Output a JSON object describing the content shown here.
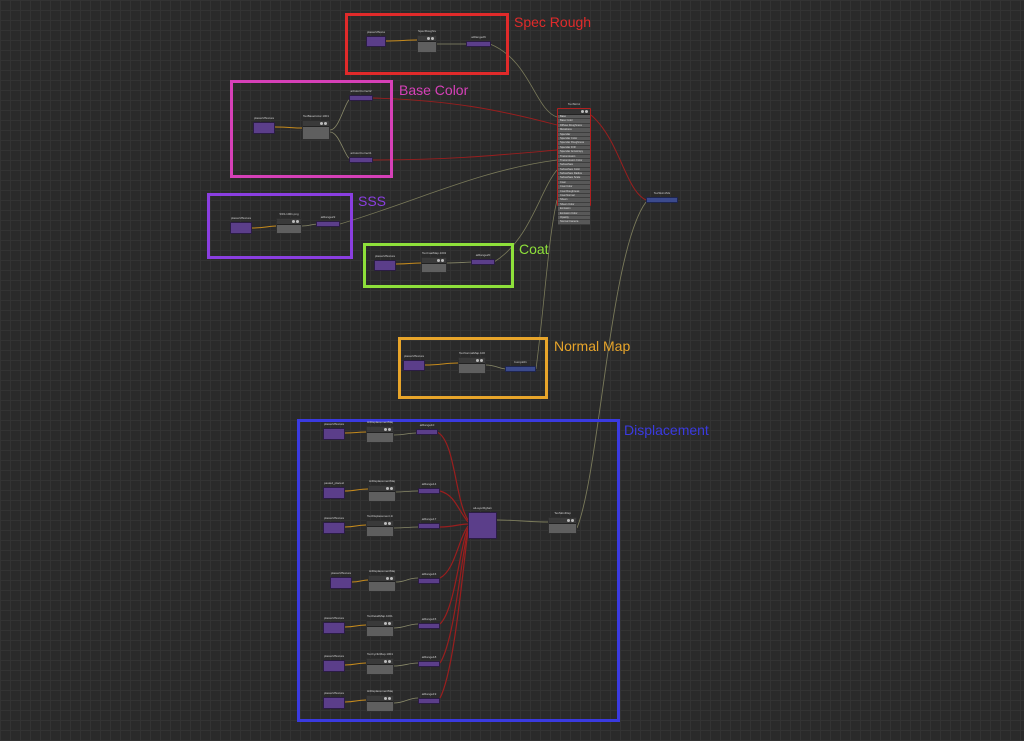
{
  "groups": {
    "spec_rough": {
      "label": "Spec Rough",
      "color": "#e02a2a"
    },
    "base_color": {
      "label": "Base Color",
      "color": "#d640b8"
    },
    "sss": {
      "label": "SSS",
      "color": "#8a3ee0"
    },
    "coat": {
      "label": "Coat",
      "color": "#8ee03a"
    },
    "normal_map": {
      "label": "Normal Map",
      "color": "#e8a52a"
    },
    "displacement": {
      "label": "Displacement",
      "color": "#3a3ae0"
    }
  },
  "nodes": {
    "spec_place2d": "place2dTexture5",
    "spec_file": "SpecRoughness.1001.png",
    "spec_remap": "aiRange26",
    "base_place2d": "place2dTexture4",
    "base_file": "TexBaseColor.1001.png",
    "base_cc1": "aiColorCorrect2",
    "base_cc2": "aiColorCorrect1",
    "sss_place2d": "place2dTexture8",
    "sss_file": "SSS.1001.png",
    "sss_range": "aiRange22",
    "coat_place2d": "place2dTexture9",
    "coat_file": "TexCoatMap.1001.png",
    "coat_range": "aiRange20",
    "normal_place2d": "place2dTexture3",
    "normal_file": "TexNormalMap.1001.exr",
    "normal_bump": "bump2d1",
    "shader": "TexSkin1",
    "shading_group": "TexSkin1SG",
    "disp_layer": "aiLayerRgba1",
    "disp_shader": "TexSkinDisp",
    "disp_rows": [
      {
        "place2d": "place2dTexture10",
        "file": "HiDisplacementMap.1001.exr",
        "range": "aiRange10"
      },
      {
        "place2d": "pasted_place2dTexture5",
        "file": "HiDisplacementMap2.1001.exr",
        "range": "aiRange14"
      },
      {
        "place2d": "place2dTexture7",
        "file": "TexDisplacement.1001.exr",
        "range": "aiRange17"
      },
      {
        "place2d": "place2dTexture6",
        "file": "HiDisplacementMap3.1001.png",
        "range": "aiRange16"
      },
      {
        "place2d": "place2dTexture5",
        "file": "TexDetailMap.1001.exr",
        "range": "aiRange15"
      },
      {
        "place2d": "place2dTexture5",
        "file": "TexCyclicMap.1001.exr",
        "range": "aiRange18"
      },
      {
        "place2d": "place2dTexture9",
        "file": "HiDisplacementMap.1001.exr",
        "range": "aiRange19"
      }
    ]
  },
  "shader_attrs": [
    "Base",
    "Base Color",
    "Diffuse Roughness",
    "Metalness",
    "Specular",
    "Specular Color",
    "Specular Roughness",
    "Specular IOR",
    "Specular Anisotropy",
    "Transmission",
    "Transmission Color",
    "Subsurface",
    "Subsurface Color",
    "Subsurface Radius",
    "Subsurface Scale",
    "Coat",
    "Coat Color",
    "Coat Roughness",
    "Coat Normal",
    "Sheen",
    "Sheen Color",
    "Emission",
    "Emission Color",
    "Opacity",
    "Normal Camera"
  ],
  "colors": {
    "wire_red": "#9a1e1e",
    "wire_gray": "#6e6e5a",
    "wire_orange": "#c58a1c",
    "purple_node": "#5b3e8a"
  }
}
